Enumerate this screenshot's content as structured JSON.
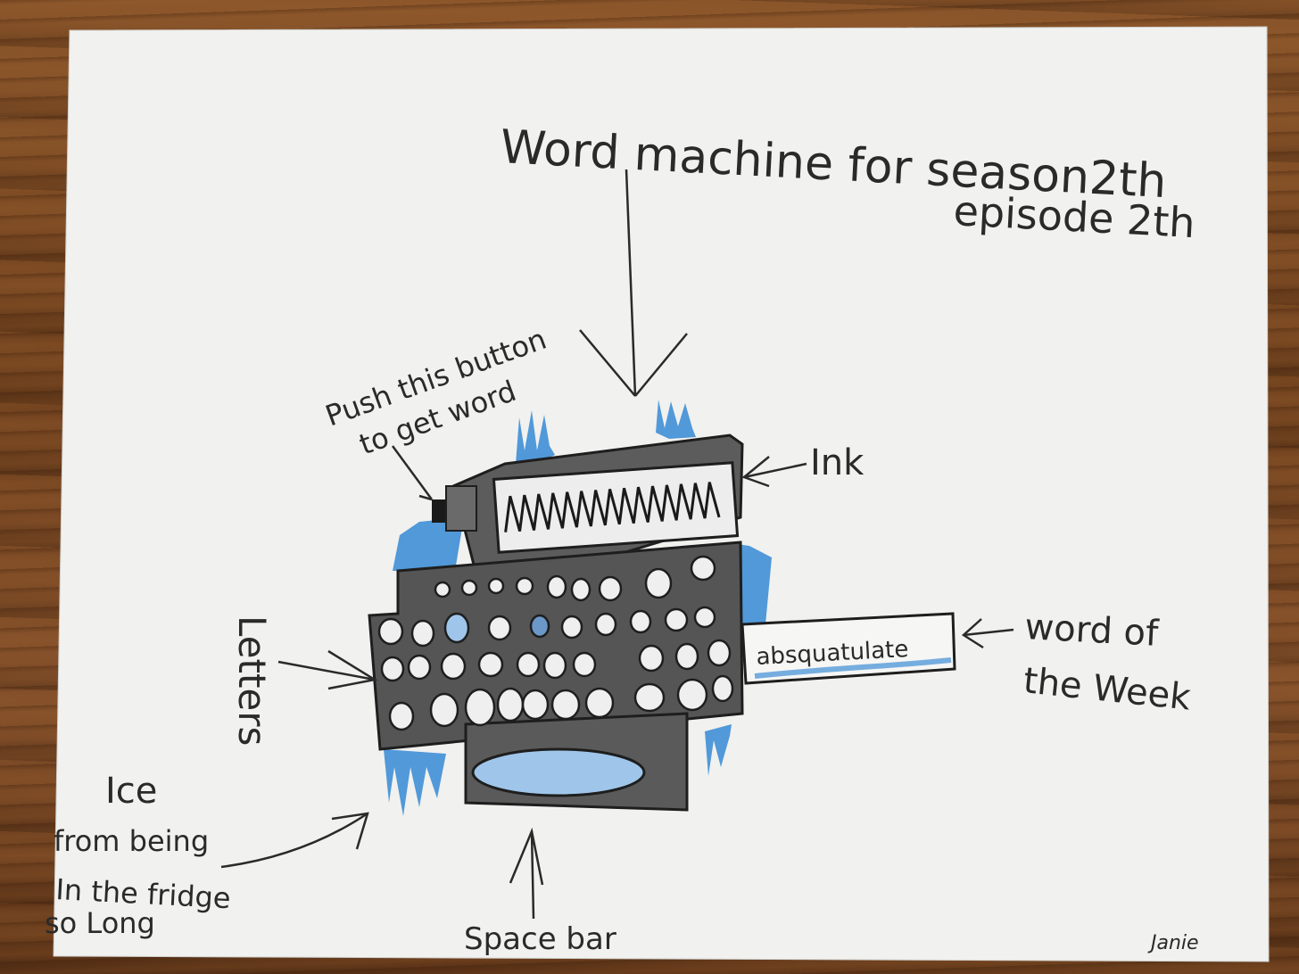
{
  "title_line1": "Word machine for season2th",
  "title_line2": "episode 2th",
  "labels": {
    "push_button_1": "Push this button",
    "push_button_2": "to get word",
    "ink": "Ink",
    "letters": "Letters",
    "word_of_week_1": "word of",
    "word_of_week_2": "the Week",
    "word_display": "absquatulate",
    "ice_1": "Ice",
    "ice_2": "from being",
    "ice_3": "In the fridge",
    "ice_4": "so Long",
    "space_bar": "Space bar",
    "signature": "Janie"
  },
  "colors": {
    "paper": "#f1f1ef",
    "pencil": "#2a2a2a",
    "machine": "#555555",
    "ice_blue": "#3f8fd6",
    "wood": "#7a4a24"
  }
}
